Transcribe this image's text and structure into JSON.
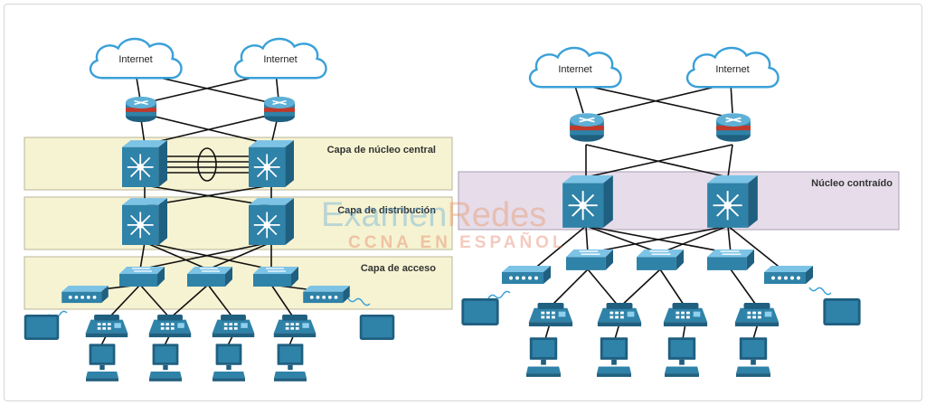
{
  "left_diagram": {
    "clouds": [
      "Internet",
      "Internet"
    ],
    "layers": {
      "core": "Capa de núcleo central",
      "distribution": "Capa de distribución",
      "access": "Capa de acceso"
    }
  },
  "right_diagram": {
    "clouds": [
      "Internet",
      "Internet"
    ],
    "layers": {
      "collapsed_core": "Núcleo contraído"
    }
  },
  "watermark": {
    "part1": "Examen",
    "part2": "Redes",
    "subtitle": "CCNA EN ESPAÑOL"
  },
  "colors": {
    "layer_band": "#f6f3d2",
    "collapsed_band": "#e6dcea",
    "device_blue": "#2f82a8",
    "router_red": "#c0392b"
  }
}
